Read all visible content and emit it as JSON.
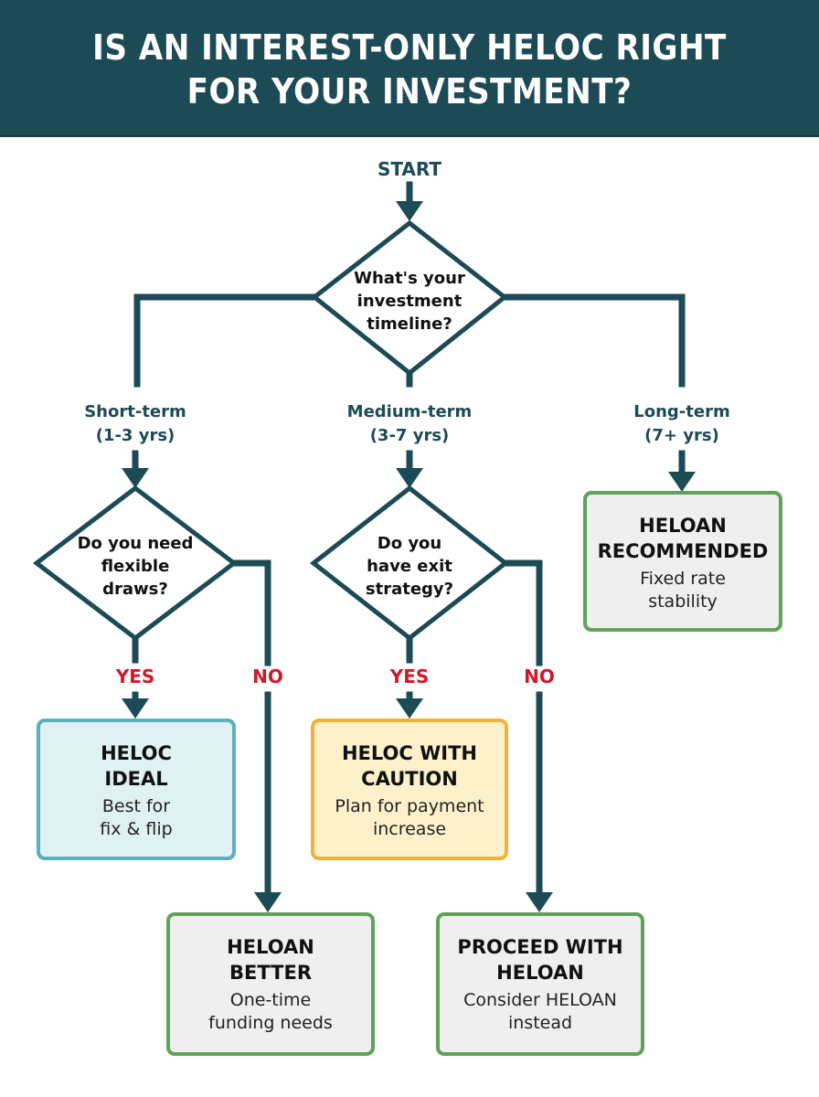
{
  "header": {
    "title_line1": "IS AN INTEREST-ONLY HELOC RIGHT",
    "title_line2": "FOR YOUR INVESTMENT?"
  },
  "colors": {
    "header_bg": "#1c4a55",
    "line": "#1c4a55",
    "yes_no": "#d0182b",
    "green_border": "#5fa35a",
    "teal_border": "#5bb0bd",
    "amber_border": "#f0b23a"
  },
  "flow": {
    "start_label": "START",
    "root_question": {
      "line1": "What's your",
      "line2": "investment",
      "line3": "timeline?"
    },
    "branches": [
      {
        "label_line1": "Short-term",
        "label_line2": "(1-3 yrs)"
      },
      {
        "label_line1": "Medium-term",
        "label_line2": "(3-7 yrs)"
      },
      {
        "label_line1": "Long-term",
        "label_line2": "(7+ yrs)"
      }
    ],
    "short_question": {
      "line1": "Do you need",
      "line2": "flexible",
      "line3": "draws?"
    },
    "medium_question": {
      "line1": "Do you",
      "line2": "have exit",
      "line3": "strategy?"
    },
    "yes_label": "YES",
    "no_label": "NO",
    "outcomes": {
      "heloc_ideal": {
        "title1": "HELOC",
        "title2": "IDEAL",
        "sub1": "Best for",
        "sub2": "fix & flip"
      },
      "heloan_better": {
        "title1": "HELOAN",
        "title2": "BETTER",
        "sub1": "One-time",
        "sub2": "funding needs"
      },
      "heloc_caution": {
        "title1": "HELOC WITH",
        "title2": "CAUTION",
        "sub1": "Plan for payment",
        "sub2": "increase"
      },
      "proceed_heloan": {
        "title1": "PROCEED WITH",
        "title2": "HELOAN",
        "sub1": "Consider HELOAN",
        "sub2": "instead"
      },
      "heloan_recommended": {
        "title1": "HELOAN",
        "title2": "RECOMMENDED",
        "sub1": "Fixed rate",
        "sub2": "stability"
      }
    }
  }
}
